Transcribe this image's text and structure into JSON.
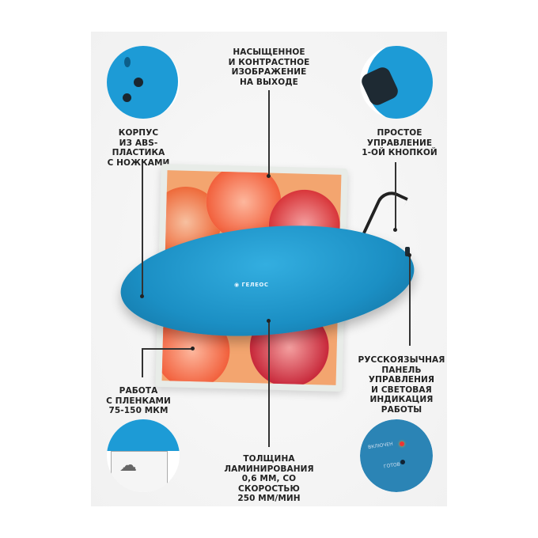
{
  "captions": {
    "top_center": "НАСЫЩЕННОЕ\nИ КОНТРАСТНОЕ\nИЗОБРАЖЕНИЕ\nНА ВЫХОДЕ",
    "left_top": "КОРПУС\nИЗ ABS-ПЛАСТИКА\nС НОЖКАМИ",
    "right_top": "ПРОСТОЕ\nУПРАВЛЕНИЕ\n1-ОЙ КНОПКОЙ",
    "left_bottom": "РАБОТА\nС ПЛЕНКАМИ\n75-150 МКМ",
    "right_bottom": "РУССКОЯЗЫЧНАЯ\nПАНЕЛЬ\nУПРАВЛЕНИЯ\nИ СВЕТОВАЯ\nИНДИКАЦИЯ\nРАБОТЫ",
    "bottom_center": "ТОЛЩИНА\nЛАМИНИРОВАНИЯ\n0,6 ММ, СО СКОРОСТЬЮ\n250 ММ/МИН"
  },
  "product": {
    "logo": "ГЕЛЕОС"
  },
  "indicator": {
    "on_label": "ВКЛЮЧЕН",
    "ready_label": "ГОТОВ"
  },
  "colors": {
    "body": "#1b8fc4",
    "on_led": "#e33",
    "ready_led": "#123"
  }
}
